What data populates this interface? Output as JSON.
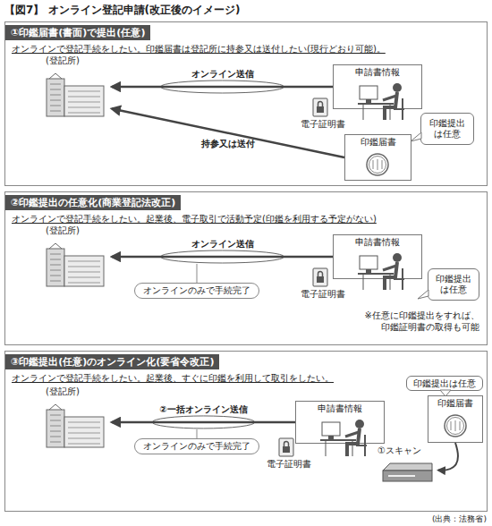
{
  "diagram": {
    "title": "【図7】 オンライン登記申請(改正後のイメージ)",
    "caption": "(出典：法務省)",
    "nodes": [
      {
        "text": [
          "①印鑑届書(書面)で提出(任意)",
          "オンラインで登記手続をしたい。印鑑届書は登記所に持参又は送付したい(現行どおり可能)。"
        ]
      },
      {
        "text": [
          "(登記所)"
        ],
        "in": 0
      },
      {
        "text": [
          "申請書情報"
        ],
        "in": 0
      },
      {
        "text": [
          "印鑑届書"
        ],
        "in": 0
      },
      {
        "text": [
          "印鑑提出は任意"
        ],
        "in": 0
      },
      {
        "text": [
          "②印鑑提出の任意化(商業登記法改正)",
          "オンラインで登記手続をしたい。起業後、電子取引で活動予定(印鑑を利用する予定がない)"
        ]
      },
      {
        "text": [
          "(登記所)"
        ],
        "in": 5
      },
      {
        "text": [
          "申請書情報"
        ],
        "in": 5
      },
      {
        "text": [
          "オンラインのみで手続完了"
        ],
        "in": 5
      },
      {
        "text": [
          "印鑑提出は任意"
        ],
        "in": 5
      },
      {
        "text": [
          "③印鑑提出(任意)のオンライン化(要省令改正)",
          "オンラインで登記手続をしたい。起業後、すぐに印鑑を利用して取引をしたい。"
        ]
      },
      {
        "text": [
          "(登記所)"
        ],
        "in": 10
      },
      {
        "text": [
          "申請書情報"
        ],
        "in": 10
      },
      {
        "text": [
          "オンラインのみで手続完了"
        ],
        "in": 10
      },
      {
        "text": [
          "印鑑提出は任意"
        ],
        "in": 10
      },
      {
        "text": [
          "印鑑届書"
        ],
        "in": 10
      },
      {
        "text": [
          "①スキャン"
        ],
        "in": 10
      }
    ],
    "edges": [
      {
        "from": 2,
        "to": 1,
        "label": "オンライン送信",
        "arrow": "to"
      },
      {
        "from": 3,
        "to": 1,
        "label": "持参又は送付",
        "arrow": "to"
      },
      {
        "from": 7,
        "to": 6,
        "label": "オンライン送信",
        "arrow": "to"
      },
      {
        "from": 12,
        "to": 11,
        "label": "②一括オンライン送信",
        "arrow": "to"
      },
      {
        "from": 15,
        "to": 16,
        "arrow": "to"
      }
    ],
    "labels": [
      "電子証明書",
      "電子証明書",
      "※任意に印鑑提出をすれば、 印鑑証明書の取得も可能",
      "電子証明書"
    ]
  }
}
